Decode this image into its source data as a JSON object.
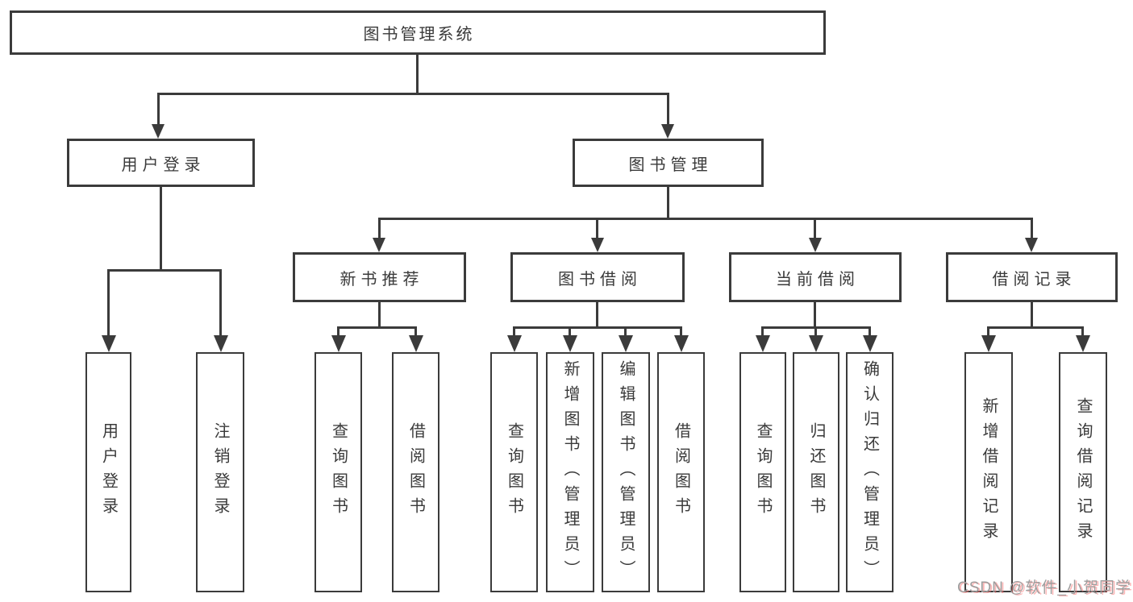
{
  "diagram_type": "functional-structure-tree",
  "tree": {
    "label": "图书管理系统",
    "children": [
      {
        "label": "用户登录",
        "children": [
          {
            "label": "用户登录"
          },
          {
            "label": "注销登录"
          }
        ]
      },
      {
        "label": "图书管理",
        "children": [
          {
            "label": "新书推荐",
            "children": [
              {
                "label": "查询图书"
              },
              {
                "label": "借阅图书"
              }
            ]
          },
          {
            "label": "图书借阅",
            "children": [
              {
                "label": "查询图书"
              },
              {
                "label": "新增图书（管理员）"
              },
              {
                "label": "编辑图书（管理员）"
              },
              {
                "label": "借阅图书"
              }
            ]
          },
          {
            "label": "当前借阅",
            "children": [
              {
                "label": "查询图书"
              },
              {
                "label": "归还图书"
              },
              {
                "label": "确认归还（管理员）"
              }
            ]
          },
          {
            "label": "借阅记录",
            "children": [
              {
                "label": "新增借阅记录"
              },
              {
                "label": "查询借阅记录"
              }
            ]
          }
        ]
      }
    ]
  },
  "watermark": {
    "text": "CSDN @软件_小贺同学"
  },
  "colors": {
    "line": "#3b3b3b",
    "text": "#3a3a3a",
    "background": "#ffffff",
    "watermark": "#9e9e9e",
    "watermark_shadow": "#fc7878"
  }
}
